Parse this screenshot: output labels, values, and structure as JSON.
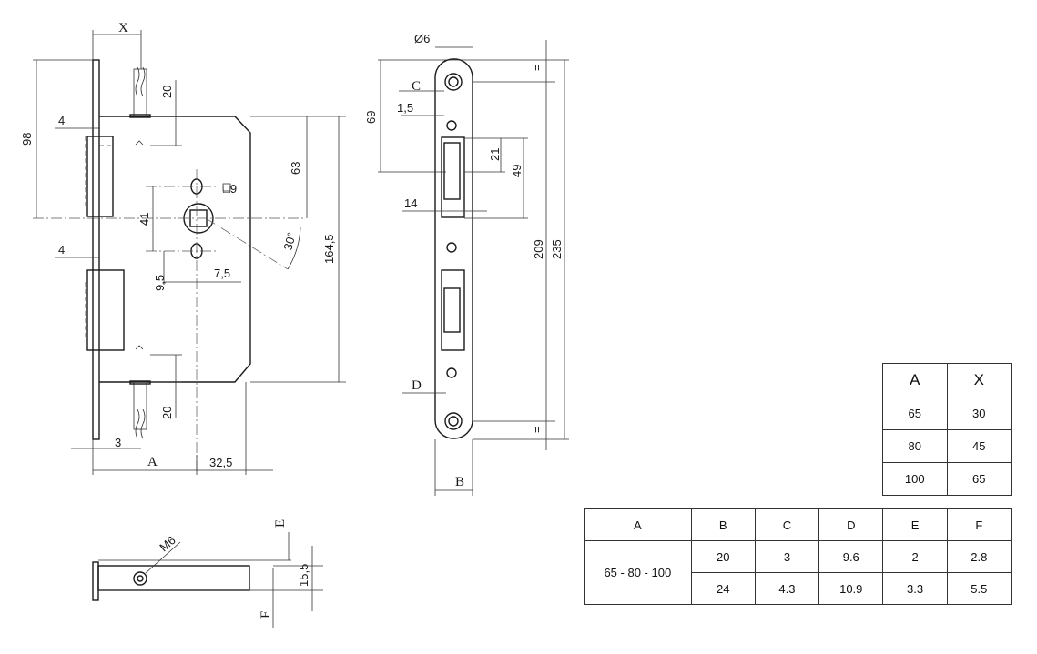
{
  "main_view": {
    "dims": {
      "x": "X",
      "d98": "98",
      "d4_top": "4",
      "d4_bot": "4",
      "d20_top": "20",
      "d20_bot": "20",
      "d63": "63",
      "sq9": "□9",
      "d41": "41",
      "d30": "30°",
      "d164": "164,5",
      "d9_5": "9,5",
      "d7_5": "7,5",
      "d3": "3",
      "a": "A",
      "d32_5": "32,5"
    }
  },
  "front_view": {
    "dims": {
      "phi6": "Ø6",
      "c": "C",
      "d1_5": "1,5",
      "d69": "69",
      "d21": "21",
      "d49": "49",
      "d14": "14",
      "d209": "209",
      "d235": "235",
      "eq_top": "=",
      "eq_bot": "=",
      "d": "D",
      "b": "B"
    }
  },
  "bottom_view": {
    "dims": {
      "e": "E",
      "m6": "M6",
      "d15_5": "15,5",
      "f": "F"
    }
  },
  "ax_table": {
    "headers": [
      "A",
      "X"
    ],
    "rows": [
      [
        "65",
        "30"
      ],
      [
        "80",
        "45"
      ],
      [
        "100",
        "65"
      ]
    ]
  },
  "spec_table": {
    "headers": [
      "A",
      "B",
      "C",
      "D",
      "E",
      "F"
    ],
    "a_values": "65 - 80 - 100",
    "rows": [
      [
        "20",
        "3",
        "9.6",
        "2",
        "2.8"
      ],
      [
        "24",
        "4.3",
        "10.9",
        "3.3",
        "5.5"
      ]
    ]
  }
}
